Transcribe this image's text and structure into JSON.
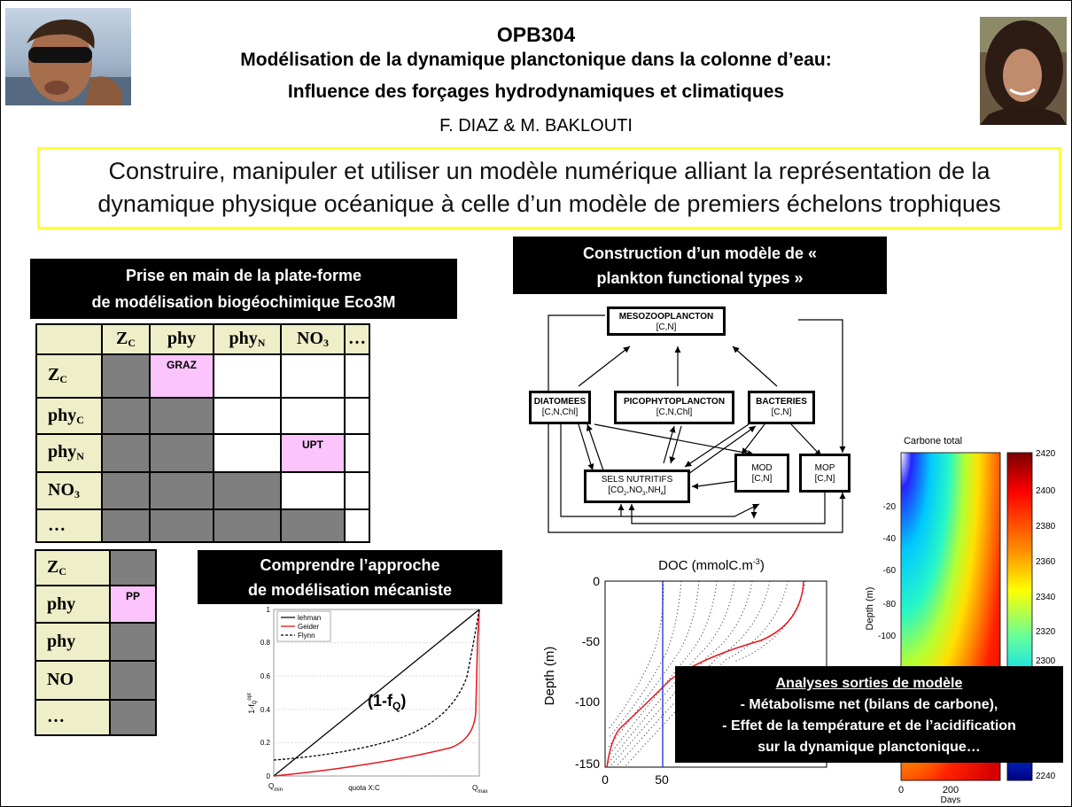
{
  "header": {
    "course_code": "OPB304",
    "title_line1": "Modélisation de la dynamique planctonique dans la colonne d’eau:",
    "title_line2": "Influence des forçages hydrodynamiques et climatiques",
    "authors": "F. DIAZ & M. BAKLOUTI"
  },
  "objective": {
    "line1": "Construire, manipuler et utiliser un modèle numérique alliant la représentation de la",
    "line2": "dynamique physique océanique à celle d’un modèle de premiers échelons trophiques"
  },
  "section_platform": {
    "line1": "Prise en main de la plate-forme",
    "line2": "de modélisation biogéochimique Eco3M"
  },
  "matrix": {
    "col_headers": [
      "Z",
      "C",
      "phy",
      "phy",
      "N",
      "NO",
      "3",
      "…"
    ],
    "row_headers": [
      "Z",
      "C",
      "phy",
      "C",
      "phy",
      "N",
      "NO",
      "3",
      "…"
    ],
    "graz": "GRAZ",
    "upt": "UPT"
  },
  "vector": {
    "rows": [
      "Z",
      "C",
      "phy",
      "phy",
      "NO",
      "…"
    ],
    "pp": "PP"
  },
  "section_mechanistic": {
    "line1": "Comprendre l’approche",
    "line2": "de modélisation mécaniste"
  },
  "quota_plot": {
    "legend": [
      "lehman",
      "Geider",
      "Flynn"
    ],
    "y_ticks": [
      "1",
      "0.8",
      "0.6",
      "0.4",
      "0.2",
      "0"
    ],
    "ylabel": "1-f",
    "ylabel_sub": "Q",
    "ylabel_sup": "opt",
    "annotation": "(1-f",
    "annotation_sub": "Q",
    "annotation_end": ")",
    "x_min": "Q",
    "x_min_sub": "min",
    "x_label": "quota X:C",
    "x_max": "Q",
    "x_max_sub": "max",
    "colors": {
      "lehman": "#000000",
      "Geider": "#e8141c",
      "Flynn": "#000000"
    }
  },
  "section_pft": {
    "line1": "Construction d’un modèle de «",
    "line2": "plankton functional types »"
  },
  "diagram": {
    "meso_name": "MESOZOOPLANCTON",
    "meso_comp": "[C,N]",
    "diat_name": "DIATOMEES",
    "diat_comp": "[C,N,Chl]",
    "pico_name": "PICOPHYTOPLANCTON",
    "pico_comp": "[C,N,Chl]",
    "bact_name": "BACTERIES",
    "bact_comp": "[C,N]",
    "sels_name": "SELS NUTRITIFS",
    "sels_comp": "[CO",
    "sels_comp2": ",NO",
    "sels_comp3": ",NH",
    "sels_comp4": "]",
    "sub2": "2",
    "sub3": "3",
    "sub4": "4",
    "mod_name": "MOD",
    "mod_comp": "[C,N]",
    "mop_name": "MOP",
    "mop_comp": "[C,N]"
  },
  "doc_plot": {
    "title": "DOC (mmolC.m",
    "title_sup": "-3",
    "title_end": ")",
    "ylabel": "Depth (m)",
    "y_ticks": [
      "0",
      "-50",
      "-100",
      "-150"
    ],
    "x_ticks": [
      "0",
      "50"
    ]
  },
  "carbon_plot": {
    "title": "Carbone total",
    "ylabel": "Depth (m)",
    "y_ticks": [
      "-20",
      "-40",
      "-60",
      "-80",
      "-100"
    ],
    "x_ticks": [
      "0",
      "200"
    ],
    "xlabel": "Days",
    "colorbar_ticks": [
      "2420",
      "2400",
      "2380",
      "2360",
      "2340",
      "2320",
      "2300",
      "2240"
    ]
  },
  "analyses": {
    "title": "Analyses sorties de modèle",
    "line1": "- Métabolisme net (bilans de carbone),",
    "line2": "- Effet de la température et de l’acidification",
    "line3": "sur la dynamique planctonique…"
  }
}
